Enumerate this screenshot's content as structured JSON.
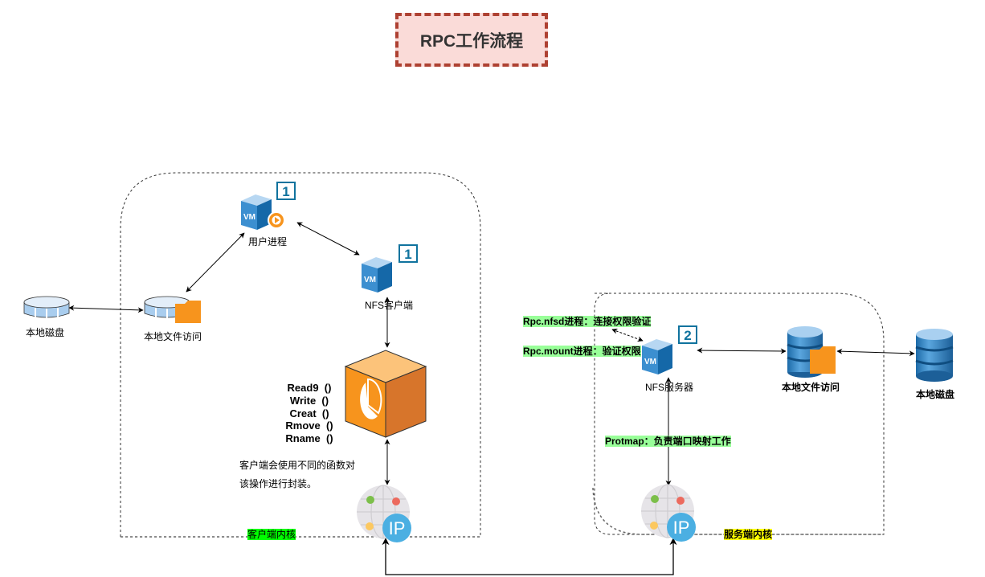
{
  "title": "RPC工作流程",
  "colors": {
    "title_fill": "#fadbd8",
    "title_border": "#ae4132",
    "vm_blue": "#2f7bbd",
    "vm_top": "#b7d7f2",
    "badge_blue": "#10739e",
    "play_orange": "#f7941d",
    "cube_orange": "#f7941d",
    "ip_blue": "#4bafe2",
    "green_highlight": "#99ff99",
    "lime_highlight": "#00ff00",
    "yellow_highlight": "#ffff00"
  },
  "client": {
    "user_process": {
      "label": "用户进程",
      "badge": "1",
      "icon": "vm-play-icon"
    },
    "nfs_client": {
      "label": "NFS客户端",
      "badge": "1",
      "icon": "vm-icon"
    },
    "local_file_access": {
      "label": "本地文件访问",
      "icon": "disk-folder-icon"
    },
    "local_disk": {
      "label": "本地磁盘",
      "icon": "disk-icon"
    },
    "functions": [
      "Read9  ()",
      "Write  ()",
      "Creat  ()",
      "Rmove  ()",
      "Rname  ()"
    ],
    "note_lines": [
      "客户端会使用不同的函数对",
      "该操作进行封装。"
    ],
    "kernel_label": "客户端内核",
    "ip_icon": "ip-globe-icon"
  },
  "server": {
    "nfs_server": {
      "label": "NFS服务器",
      "badge": "2",
      "icon": "vm-icon"
    },
    "nfsd_label": "Rpc.nfsd进程：连接权限验证",
    "mount_label": "Rpc.mount进程：验证权限",
    "portmap_label": "Protmap：负责端口映射工作",
    "local_file_access": {
      "label": "本地文件访问",
      "icon": "database-folder-icon"
    },
    "local_disk": {
      "label": "本地磁盘",
      "icon": "database-icon"
    },
    "kernel_label": "服务端内核",
    "ip_icon": "ip-globe-icon"
  }
}
